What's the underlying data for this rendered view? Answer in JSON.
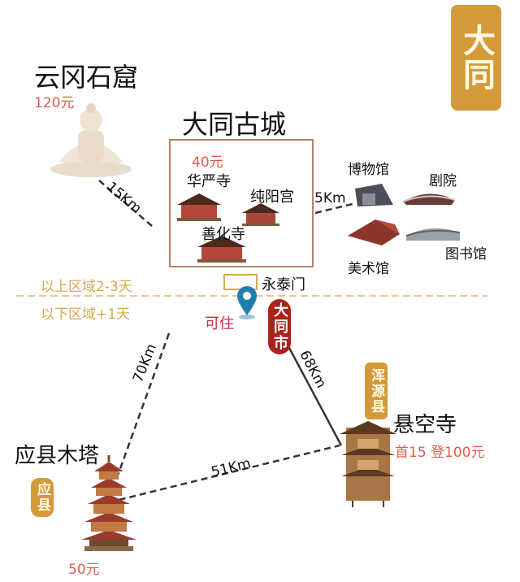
{
  "badges": {
    "datong": "大同",
    "datong_city": "大同市",
    "hunyuan": "浑源县",
    "yingxian": "应县"
  },
  "places": {
    "yungang": {
      "name": "云冈石窟",
      "price": "120元"
    },
    "old_city": {
      "name": "大同古城"
    },
    "huayan": {
      "name": "华严寺",
      "price": "40元"
    },
    "chunyang": {
      "name": "纯阳宫"
    },
    "shanhua": {
      "name": "善化寺"
    },
    "yongtai": {
      "name": "永泰门"
    },
    "stay": {
      "name": "可住"
    },
    "museum": {
      "name": "博物馆"
    },
    "theater": {
      "name": "剧院"
    },
    "art": {
      "name": "美术馆"
    },
    "library": {
      "name": "图书馆"
    },
    "xuankong": {
      "name": "悬空寺",
      "price": "首15 登100元"
    },
    "yingxian_tower": {
      "name": "应县木塔",
      "price": "50元"
    }
  },
  "distances": {
    "yungang_city": "15Km",
    "city_culture": "5Km",
    "city_yingxian": "70Km",
    "city_xuankong": "68Km",
    "yingxian_xuankong": "51Km"
  },
  "zones": {
    "above": "以上区域2-3天",
    "below": "以下区域+1天"
  },
  "colors": {
    "gold_badge": "#d49a3a",
    "red_badge": "#a8231c",
    "price": "#e8584a",
    "zone_text": "#d7a955",
    "frame": "#b5826a"
  }
}
